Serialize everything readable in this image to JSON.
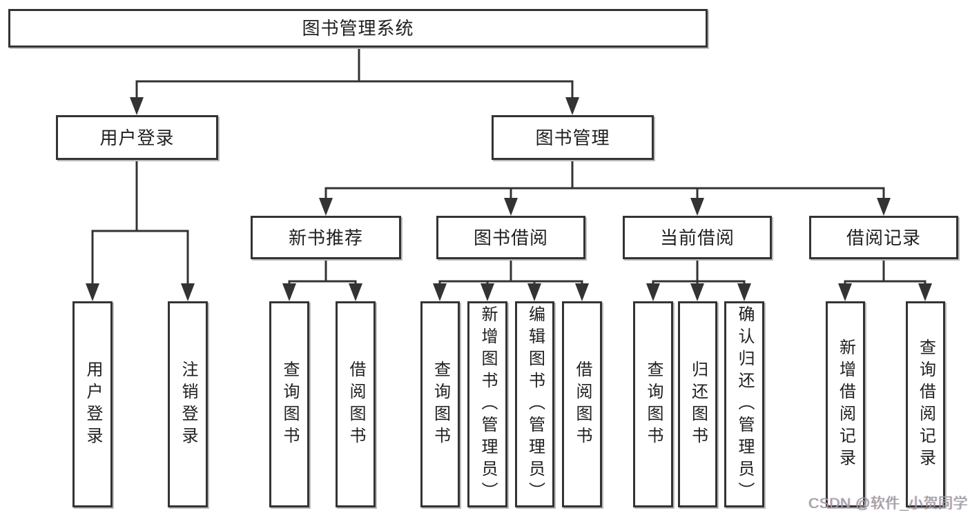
{
  "diagram": {
    "root": {
      "label": "图书管理系统"
    },
    "branches": [
      {
        "label": "用户登录",
        "children": [
          {
            "label": "用户登录"
          },
          {
            "label": "注销登录"
          }
        ]
      },
      {
        "label": "图书管理",
        "children": [
          {
            "label": "新书推荐",
            "children": [
              {
                "label": "查询图书"
              },
              {
                "label": "借阅图书"
              }
            ]
          },
          {
            "label": "图书借阅",
            "children": [
              {
                "label": "查询图书"
              },
              {
                "label": "新增图书（管理员）"
              },
              {
                "label": "编辑图书（管理员）"
              },
              {
                "label": "借阅图书"
              }
            ]
          },
          {
            "label": "当前借阅",
            "children": [
              {
                "label": "查询图书"
              },
              {
                "label": "归还图书"
              },
              {
                "label": "确认归还（管理员）"
              }
            ]
          },
          {
            "label": "借阅记录",
            "children": [
              {
                "label": "新增借阅记录"
              },
              {
                "label": "查询借阅记录"
              }
            ]
          }
        ]
      }
    ]
  },
  "watermark": {
    "text": "CSDN @软件_小贺同学"
  },
  "colors": {
    "background": "#ffffff",
    "line": "#333333",
    "box_border": "#333333",
    "box_fill": "#ffffff",
    "text": "#1f1f1f",
    "shadow": "#bdbdbd",
    "watermark": "#9e9e9e"
  }
}
